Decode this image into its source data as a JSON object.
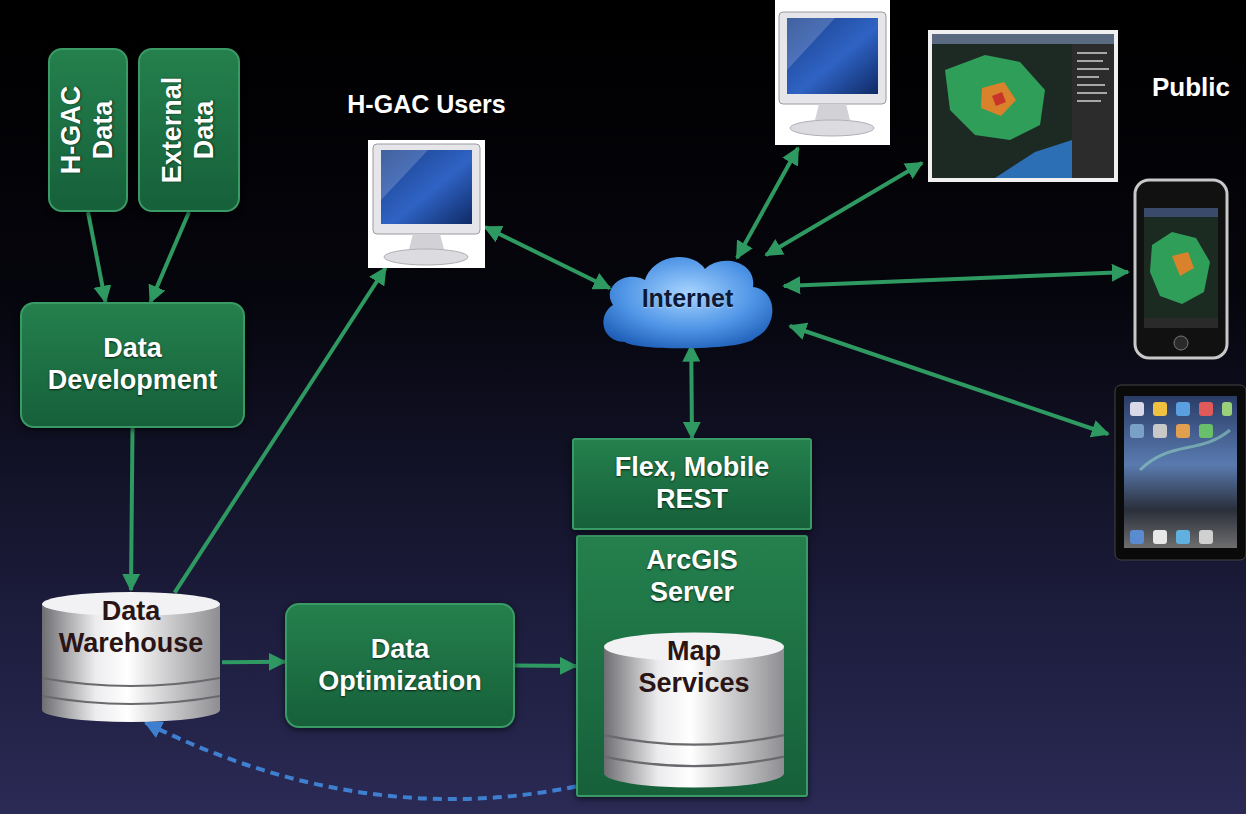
{
  "diagram": {
    "nodes": [
      {
        "text": [
          "H-GAC Data"
        ]
      },
      {
        "text": [
          "External Data"
        ]
      },
      {
        "text": [
          "Data Development"
        ]
      },
      {
        "text": [
          "Data Warehouse"
        ]
      },
      {
        "text": [
          "Data Optimization"
        ]
      },
      {
        "text": [
          "ArcGIS Server"
        ]
      },
      {
        "text": [
          "Map Services"
        ],
        "in": 5
      },
      {
        "text": [
          "Flex, Mobile REST"
        ]
      },
      {
        "text": [
          "Internet"
        ]
      },
      {
        "text": [
          "H-GAC Users"
        ]
      }
    ],
    "edges": [
      {
        "from": 0,
        "to": 2,
        "arrow": "to"
      },
      {
        "from": 1,
        "to": 2,
        "arrow": "to"
      },
      {
        "from": 2,
        "to": 3,
        "arrow": "to"
      },
      {
        "from": 3,
        "to": 9,
        "arrow": "to"
      },
      {
        "from": 9,
        "to": 8,
        "arrow": "both"
      },
      {
        "from": 3,
        "to": 4,
        "arrow": "to"
      },
      {
        "from": 4,
        "to": 5,
        "arrow": "to"
      },
      {
        "from": 7,
        "to": 8,
        "arrow": "both"
      },
      {
        "from": 5,
        "to": 3,
        "arrow": "to"
      }
    ],
    "labels": [
      "Public"
    ]
  }
}
